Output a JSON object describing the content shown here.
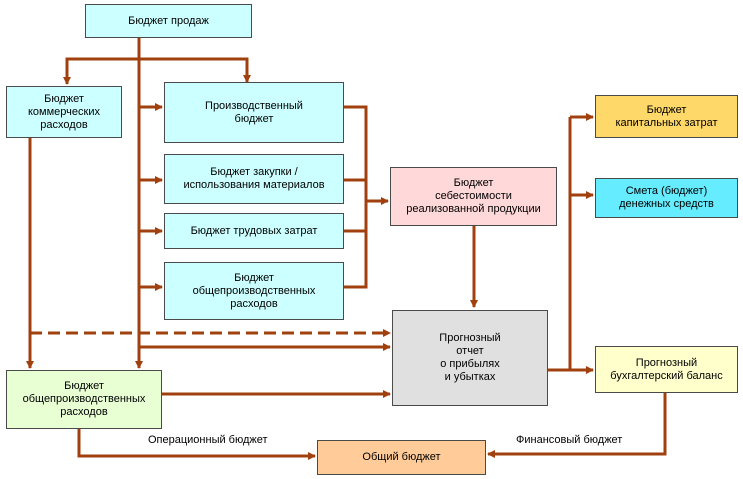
{
  "blocks": {
    "sales": "Бюджет продаж",
    "commercial": "Бюджет\nкоммерческих\nрасходов",
    "production": "Производственный\nбюджет",
    "materials": "Бюджет закупки /\nиспользования материалов",
    "labor": "Бюджет трудовых затрат",
    "overhead_prod": "Бюджет\nобщепроизводственных\nрасходов",
    "cogs": "Бюджет\nсебестоимости\nреализованной продукции",
    "capital": "Бюджет\nкапитальных затрат",
    "cash": "Смета (бюджет)\nденежных средств",
    "pnl": "Прогнозный\nотчет\nо прибылях\nи убытках",
    "balance": "Прогнозный\nбухгалтерский баланс",
    "overhead_gen": "Бюджет\nобщепроизводственных\nрасходов",
    "master": "Общий бюджет"
  },
  "labels": {
    "operational": "Операционный бюджет",
    "financial": "Финансовый бюджет"
  },
  "colors": {
    "arrow": "#a0400f",
    "border": "#4a4a4a"
  }
}
